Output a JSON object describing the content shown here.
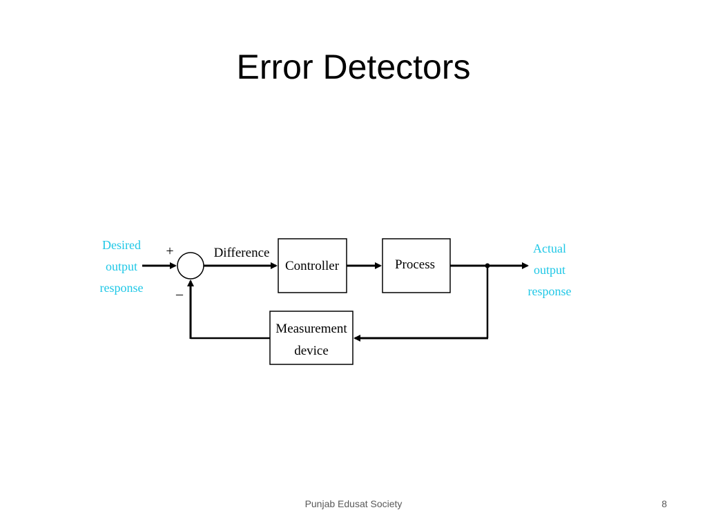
{
  "slide": {
    "title": "Error Detectors",
    "footer": "Punjab Edusat Society",
    "page_number": "8"
  },
  "diagram": {
    "input_label": [
      "Desired",
      "output",
      "response"
    ],
    "output_label": [
      "Actual",
      "output",
      "response"
    ],
    "plus_sign": "+",
    "minus_sign": "–",
    "difference_label": "Difference",
    "controller_label": "Controller",
    "process_label": "Process",
    "measurement_label": [
      "Measurement",
      "device"
    ],
    "colors": {
      "io_text": "#1fc7e6",
      "lines": "#000000"
    }
  }
}
